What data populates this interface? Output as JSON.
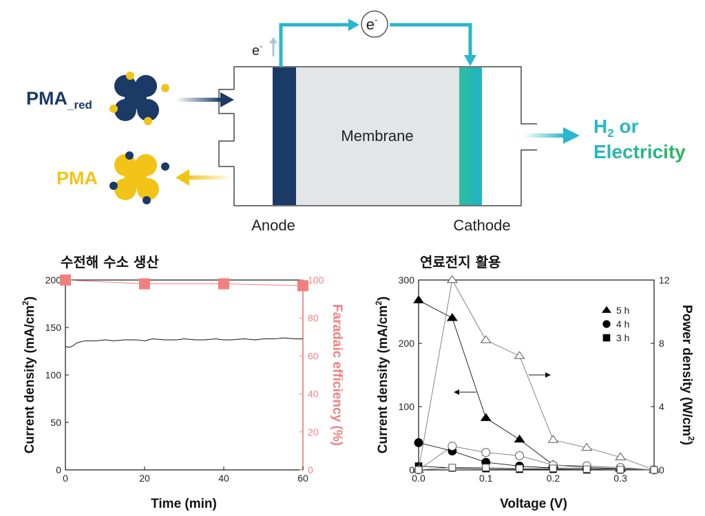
{
  "diagram": {
    "pma_red_label": "PMA_red",
    "pma_red_main": "PMA",
    "pma_red_sub": "_red",
    "pma_label": "PMA",
    "electron_top": "e",
    "electron_top_sup": "-",
    "electron_circle": "e",
    "electron_circle_sup": "-",
    "membrane_label": "Membrane",
    "anode_label": "Anode",
    "cathode_label": "Cathode",
    "output_h2": "H",
    "output_h2_sub": "2",
    "output_or": " or",
    "output_electricity": "Electricity",
    "colors": {
      "navy": "#1b3a66",
      "gold": "#f2c418",
      "cyan": "#29b7cf",
      "green": "#2db35a",
      "membrane": "#e3e6e6"
    }
  },
  "chart_data": [
    {
      "type": "line",
      "title": "수전해 수소 생산",
      "xlabel": "Time (min)",
      "ylabel": "Current density (mA/cm2)",
      "ylabel_text": "Current density (mA/cm",
      "ylabel_sup": "2",
      "ylabel_close": ")",
      "y2label": "Faradaic efficiency (%)",
      "xlim": [
        0,
        60
      ],
      "ylim": [
        0,
        200
      ],
      "y2lim": [
        0,
        100
      ],
      "xticks": [
        "0",
        "20",
        "40",
        "60"
      ],
      "yticks": [
        "0",
        "50",
        "100",
        "150",
        "200"
      ],
      "y2ticks": [
        "0",
        "20",
        "40",
        "60",
        "80",
        "100"
      ],
      "series": [
        {
          "axis": "left",
          "color": "#111111",
          "x": [
            0,
            1,
            2,
            3,
            5,
            8,
            10,
            12,
            15,
            18,
            20,
            22,
            25,
            28,
            30,
            33,
            35,
            38,
            40,
            42,
            45,
            48,
            50,
            53,
            55,
            58,
            60
          ],
          "values": [
            130,
            129,
            131,
            134,
            136,
            136,
            137,
            136,
            137,
            137,
            136,
            138,
            137,
            137,
            138,
            137,
            137,
            138,
            137,
            137,
            138,
            137,
            138,
            138,
            139,
            138,
            138
          ]
        },
        {
          "axis": "right",
          "color": "#f08080",
          "marker": "square",
          "x": [
            0,
            20,
            40,
            60
          ],
          "values": [
            100,
            98,
            98,
            97
          ]
        }
      ]
    },
    {
      "type": "line",
      "title": "연료전지 활용",
      "xlabel": "Voltage (V)",
      "ylabel": "Current density (mA/cm2)",
      "ylabel_text": "Current density (mA/cm",
      "ylabel_sup": "2",
      "ylabel_close": ")",
      "y2label": "Power density (W/cm2)",
      "y2label_text": "Power density (W/cm",
      "y2label_sup": "2",
      "y2label_close": ")",
      "xlim": [
        0,
        0.35
      ],
      "ylim": [
        0,
        300
      ],
      "y2lim": [
        0,
        12
      ],
      "xticks": [
        "0.0",
        "0.1",
        "0.2",
        "0.3"
      ],
      "xtick_values": [
        0,
        0.1,
        0.2,
        0.3
      ],
      "yticks": [
        "0",
        "100",
        "200",
        "300"
      ],
      "y2ticks": [
        "0",
        "4",
        "8",
        "12"
      ],
      "legend": [
        "5 h",
        "4 h",
        "3 h"
      ],
      "legend_position": "top-right",
      "series": [
        {
          "name": "5 h",
          "quantity": "current",
          "marker": "triangle",
          "filled": true,
          "x": [
            0,
            0.05,
            0.1,
            0.15,
            0.2,
            0.25,
            0.3,
            0.35
          ],
          "values": [
            268,
            240,
            82,
            48,
            8,
            4,
            2,
            0
          ]
        },
        {
          "name": "4 h",
          "quantity": "current",
          "marker": "circle",
          "filled": true,
          "x": [
            0,
            0.05,
            0.1,
            0.15,
            0.2,
            0.25,
            0.3,
            0.35
          ],
          "values": [
            43,
            30,
            12,
            6,
            3,
            2,
            1,
            0
          ]
        },
        {
          "name": "3 h",
          "quantity": "current",
          "marker": "square",
          "filled": true,
          "x": [
            0,
            0.05,
            0.1,
            0.15,
            0.2,
            0.25,
            0.3,
            0.35
          ],
          "values": [
            6,
            3,
            2,
            1,
            1,
            0,
            0,
            0
          ]
        },
        {
          "name": "5 h",
          "quantity": "power",
          "marker": "triangle",
          "filled": false,
          "x": [
            0,
            0.05,
            0.1,
            0.15,
            0.2,
            0.25,
            0.3,
            0.35
          ],
          "values": [
            0,
            12,
            8.2,
            7.2,
            1.9,
            1.4,
            0.8,
            0
          ]
        },
        {
          "name": "4 h",
          "quantity": "power",
          "marker": "circle",
          "filled": false,
          "x": [
            0,
            0.05,
            0.1,
            0.15,
            0.2,
            0.25,
            0.3,
            0.35
          ],
          "values": [
            0,
            1.5,
            1.1,
            0.9,
            0.3,
            0.25,
            0.15,
            0
          ]
        },
        {
          "name": "3 h",
          "quantity": "power",
          "marker": "square",
          "filled": false,
          "x": [
            0,
            0.05,
            0.1,
            0.15,
            0.2,
            0.25,
            0.3,
            0.35
          ],
          "values": [
            0,
            0.15,
            0.15,
            0.1,
            0.1,
            0.05,
            0.02,
            0
          ]
        }
      ]
    }
  ]
}
